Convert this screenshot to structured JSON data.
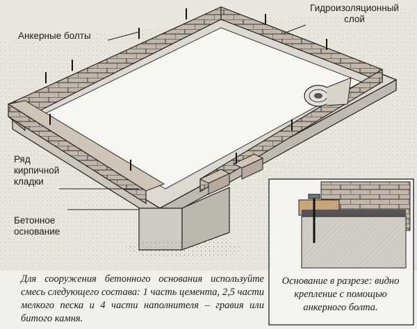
{
  "labels": {
    "anchor_bolts": "Анкерные болты",
    "waterproofing_line1": "Гидроизоляционный",
    "waterproofing_line2": "слой",
    "brick_row_line1": "Ряд",
    "brick_row_line2": "кирпичной",
    "brick_row_line3": "кладки",
    "concrete_line1": "Бетонное",
    "concrete_line2": "основание"
  },
  "captions": {
    "main": "Для сооружения бетонного основания используйте смесь следующего состава: 1 часть цемента, 2,5 части мелкого песка и 4 части наполнителя – гравия или битого камня.",
    "inset": "Основание в разрезе: видно крепление с помощью анкерного болта."
  },
  "colors": {
    "outline": "#222222",
    "brick": "#b8ada0",
    "concrete": "#d9d6cf",
    "background": "#f2f0ea"
  }
}
